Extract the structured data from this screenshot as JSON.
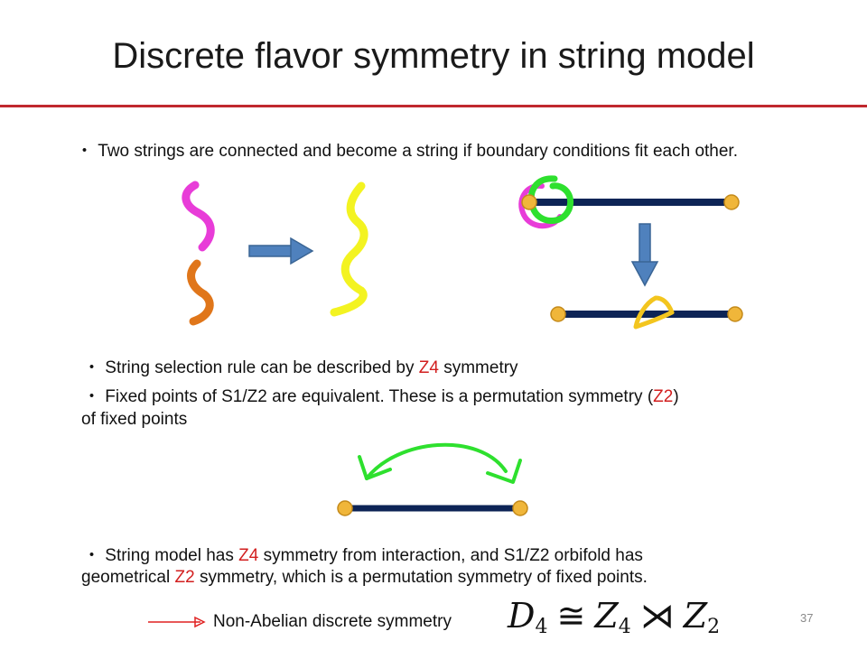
{
  "title": "Discrete flavor symmetry in string model",
  "bullet1": "・ Two strings are connected and become a string if boundary conditions fit each other.",
  "bullet2": {
    "pre": "・ String selection rule can be described by ",
    "red": "Z4",
    "post": " symmetry"
  },
  "bullet3": {
    "line1_pre": "・ Fixed points of S1/Z2 are equivalent. These is a permutation symmetry (",
    "line1_red": "Z2",
    "line1_post": ")",
    "line2": "of fixed points"
  },
  "bullet4": {
    "line1_pre": "・ String model has ",
    "line1_red": "Z4",
    "line1_post": " symmetry from interaction, and S1/Z2 orbifold has",
    "line2_pre": "geometrical ",
    "line2_red": "Z2",
    "line2_post": " symmetry, which is a permutation symmetry of fixed points."
  },
  "conclusion": "Non-Abelian discrete symmetry",
  "formula": {
    "lhs": "D",
    "lhs_sub": "4",
    "rel1": "≅",
    "mid": "Z",
    "mid_sub": "4",
    "rel2": "⋊",
    "rhs": "Z",
    "rhs_sub": "2"
  },
  "page_number": "37",
  "colors": {
    "title_rule": "#c0282e",
    "emphasis": "#d21f1f",
    "segment": "#0d2456",
    "endpoint": "#f0b63a",
    "magenta_string": "#e83cd8",
    "orange_string": "#e0761a",
    "yellow_string": "#f3f321",
    "green_arc": "#2ee02e",
    "arrow_fill": "#4f81bd"
  }
}
